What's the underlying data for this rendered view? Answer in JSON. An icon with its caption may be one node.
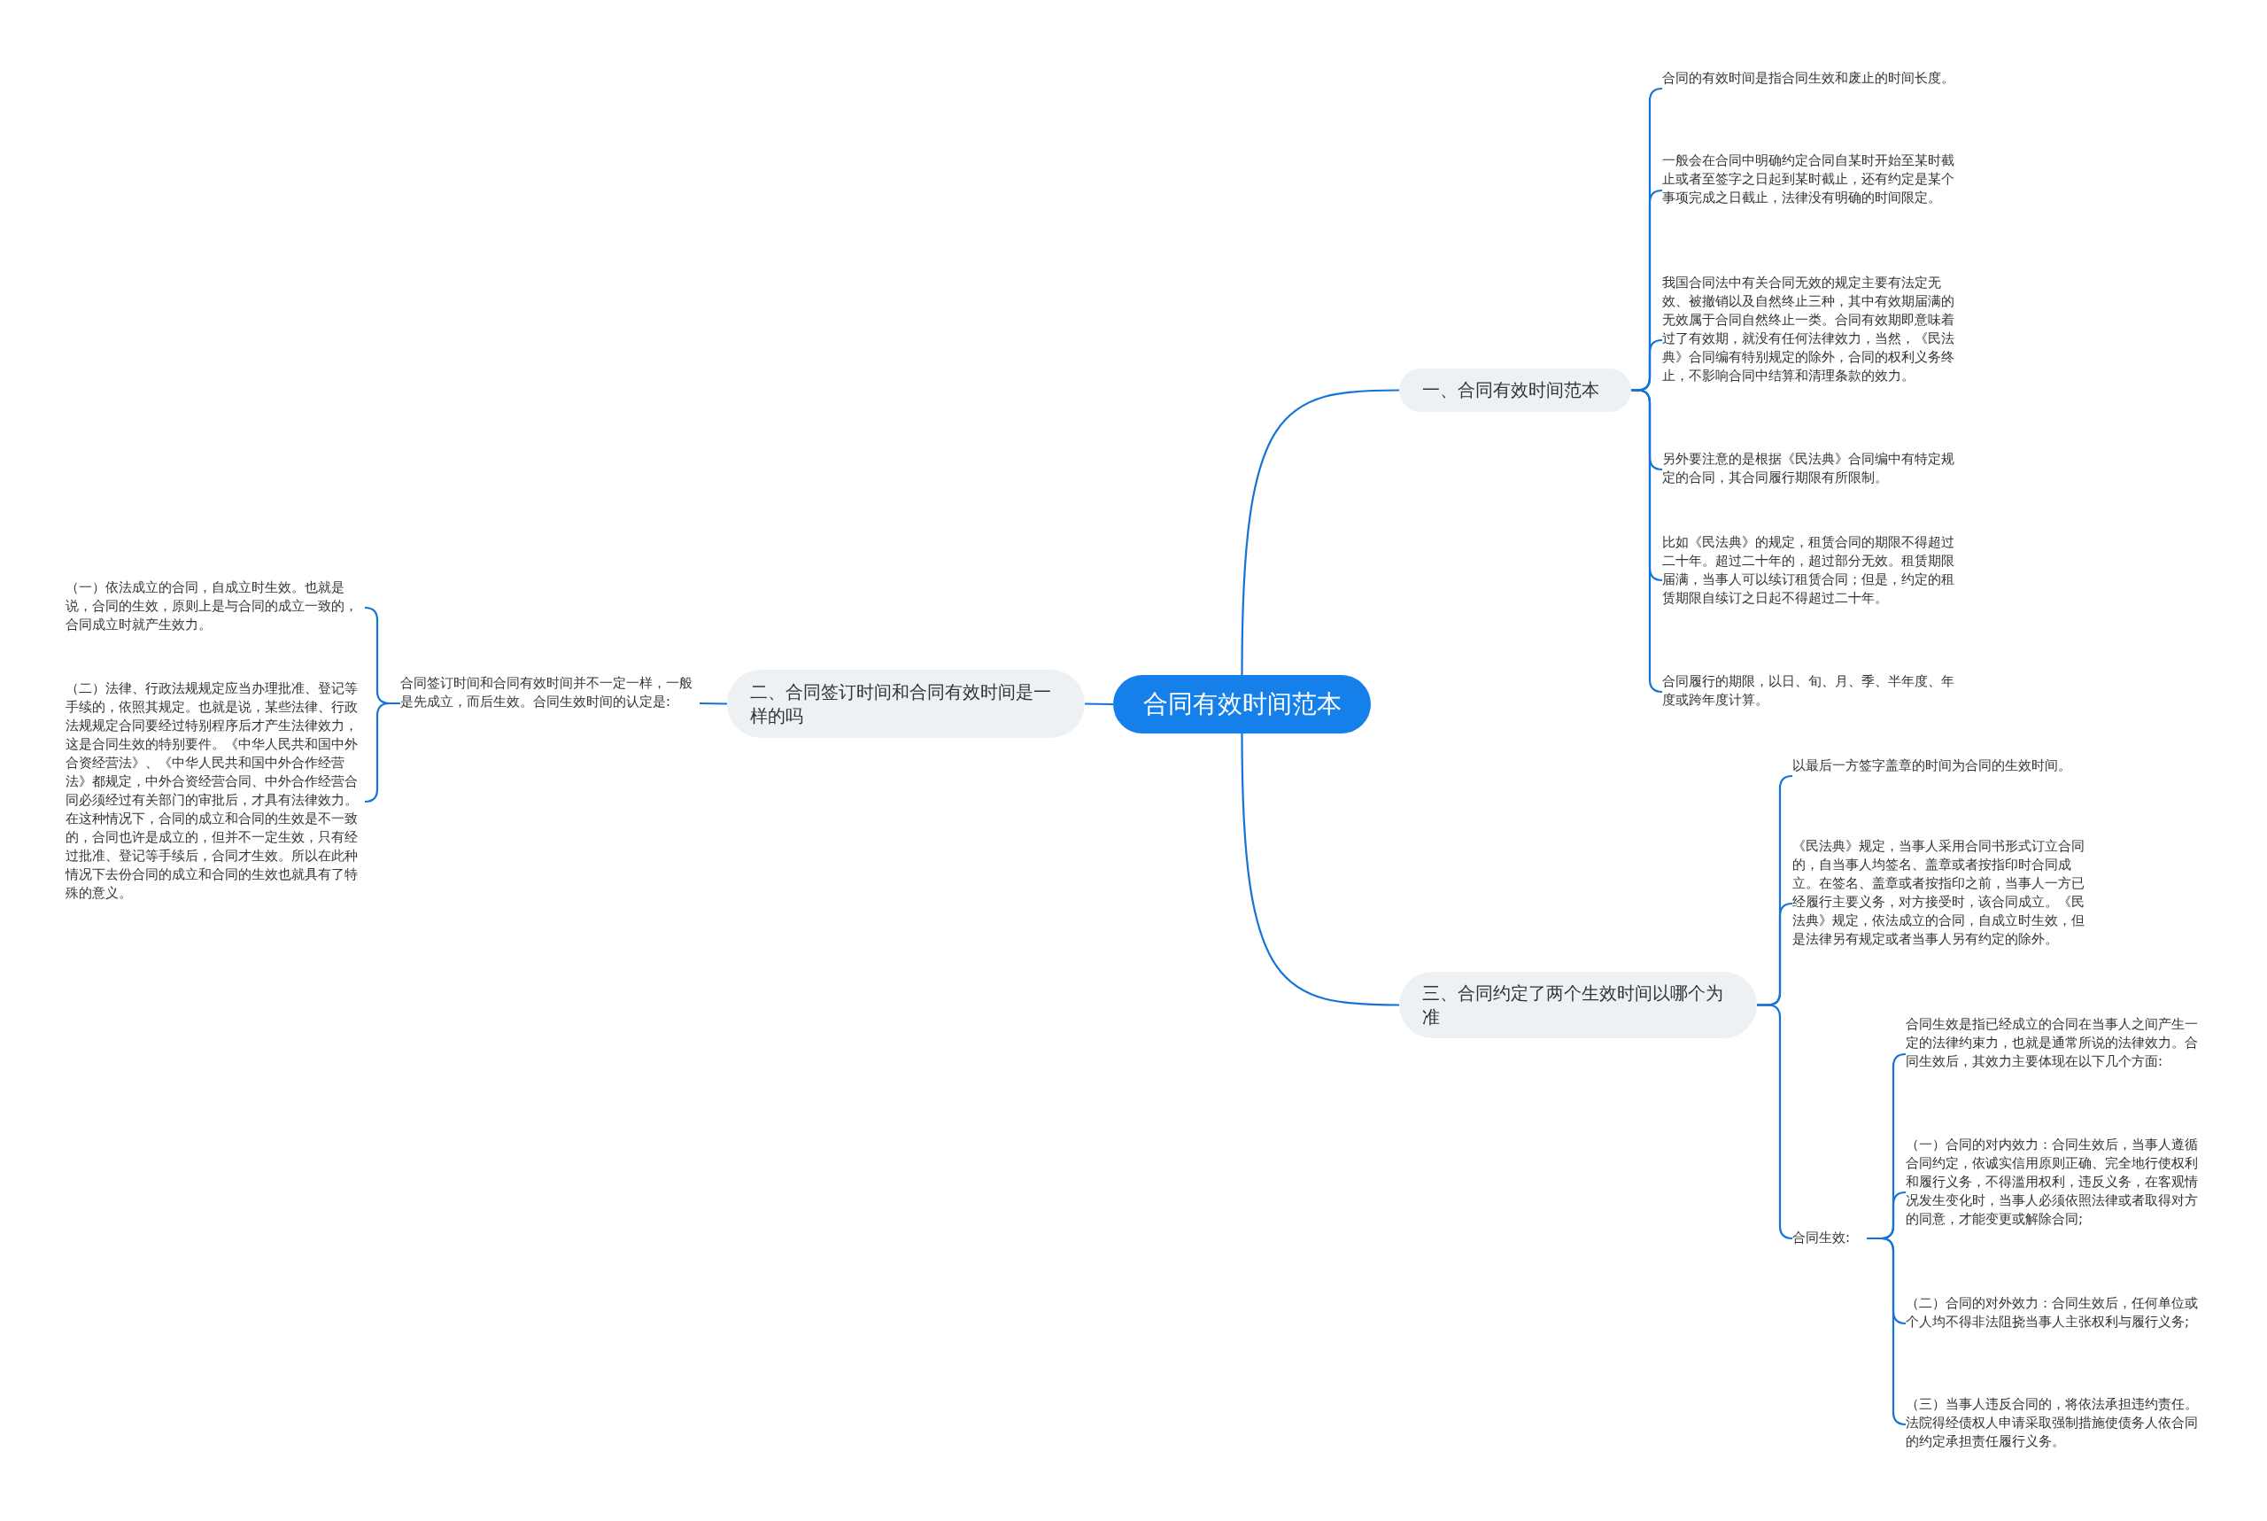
{
  "diagram": {
    "nodes": [
      {
        "text": [
          "合同有效时间范本"
        ]
      },
      {
        "text": [
          "一、合同有效时间范本"
        ]
      },
      {
        "text": [
          "二、合同签订时间和合同有效时间是一样的吗"
        ]
      },
      {
        "text": [
          "三、合同约定了两个生效时间以哪个为准"
        ]
      },
      {
        "text": [
          "合同的有效时间是指合同生效和废止的时间长度。"
        ]
      },
      {
        "text": [
          "一般会在合同中明确约定合同自某时开始至某时截止或者至签字之日起到某时截止，还有约定是某个事项完成之日截止，法律没有明确的时间限定。"
        ]
      },
      {
        "text": [
          "我国合同法中有关合同无效的规定主要有法定无效、被撤销以及自然终止三种，其中有效期届满的无效属于合同自然终止一类。合同有效期即意味着过了有效期，就没有任何法律效力，当然，《民法典》合同编有特别规定的除外，合同的权利义务终止，不影响合同中结算和清理条款的效力。"
        ]
      },
      {
        "text": [
          "另外要注意的是根据《民法典》合同编中有特定规定的合同，其合同履行期限有所限制。"
        ]
      },
      {
        "text": [
          "比如《民法典》的规定，租赁合同的期限不得超过二十年。超过二十年的，超过部分无效。租赁期限届满，当事人可以续订租赁合同；但是，约定的租赁期限自续订之日起不得超过二十年。"
        ]
      },
      {
        "text": [
          "合同履行的期限，以日、旬、月、季、半年度、年度或跨年度计算。"
        ]
      },
      {
        "text": [
          "合同签订时间和合同有效时间并不一定一样，一般是先成立，而后生效。合同生效时间的认定是:"
        ]
      },
      {
        "text": [
          "（一）依法成立的合同，自成立时生效。也就是说，合同的生效，原则上是与合同的成立一致的，合同成立时就产生效力。"
        ]
      },
      {
        "text": [
          "（二）法律、行政法规规定应当办理批准、登记等手续的，依照其规定。也就是说，某些法律、行政法规规定合同要经过特别程序后才产生法律效力，这是合同生效的特别要件。《中华人民共和国中外合资经营法》、《中华人民共和国中外合作经营法》都规定，中外合资经营合同、中外合作经营合同必须经过有关部门的审批后，才具有法律效力。在这种情况下，合同的成立和合同的生效是不一致的，合同也许是成立的，但并不一定生效，只有经过批准、登记等手续后，合同才生效。所以在此种情况下去份合同的成立和合同的生效也就具有了特殊的意义。"
        ]
      },
      {
        "text": [
          "以最后一方签字盖章的时间为合同的生效时间。"
        ]
      },
      {
        "text": [
          "《民法典》规定，当事人采用合同书形式订立合同的，自当事人均签名、盖章或者按指印时合同成立。在签名、盖章或者按指印之前，当事人一方已经履行主要义务，对方接受时，该合同成立。《民法典》规定，依法成立的合同，自成立时生效，但是法律另有规定或者当事人另有约定的除外。"
        ]
      },
      {
        "text": [
          "合同生效:"
        ]
      },
      {
        "text": [
          "合同生效是指已经成立的合同在当事人之间产生一定的法律约束力，也就是通常所说的法律效力。合同生效后，其效力主要体现在以下几个方面:"
        ]
      },
      {
        "text": [
          "（一）合同的对内效力：合同生效后，当事人遵循合同约定，依诚实信用原则正确、完全地行使权利和履行义务，不得滥用权利，违反义务，在客观情况发生变化时，当事人必须依照法律或者取得对方的同意，才能变更或解除合同;"
        ]
      },
      {
        "text": [
          "（二）合同的对外效力：合同生效后，任何单位或个人均不得非法阻挠当事人主张权利与履行义务;"
        ]
      },
      {
        "text": [
          "（三）当事人违反合同的，将依法承担违约责任。法院得经债权人申请采取强制措施使债务人依合同的约定承担责任履行义务。"
        ]
      }
    ],
    "edges": [
      {
        "from": 0,
        "to": 1,
        "arrow": "none"
      },
      {
        "from": 0,
        "to": 2,
        "arrow": "none"
      },
      {
        "from": 0,
        "to": 3,
        "arrow": "none"
      },
      {
        "from": 1,
        "to": 4,
        "arrow": "none"
      },
      {
        "from": 1,
        "to": 5,
        "arrow": "none"
      },
      {
        "from": 1,
        "to": 6,
        "arrow": "none"
      },
      {
        "from": 1,
        "to": 7,
        "arrow": "none"
      },
      {
        "from": 1,
        "to": 8,
        "arrow": "none"
      },
      {
        "from": 1,
        "to": 9,
        "arrow": "none"
      },
      {
        "from": 2,
        "to": 10,
        "arrow": "none"
      },
      {
        "from": 10,
        "to": 11,
        "arrow": "none"
      },
      {
        "from": 10,
        "to": 12,
        "arrow": "none"
      },
      {
        "from": 3,
        "to": 13,
        "arrow": "none"
      },
      {
        "from": 3,
        "to": 14,
        "arrow": "none"
      },
      {
        "from": 3,
        "to": 15,
        "arrow": "none"
      },
      {
        "from": 15,
        "to": 16,
        "arrow": "none"
      },
      {
        "from": 15,
        "to": 17,
        "arrow": "none"
      },
      {
        "from": 15,
        "to": 18,
        "arrow": "none"
      },
      {
        "from": 15,
        "to": 19,
        "arrow": "none"
      }
    ]
  }
}
